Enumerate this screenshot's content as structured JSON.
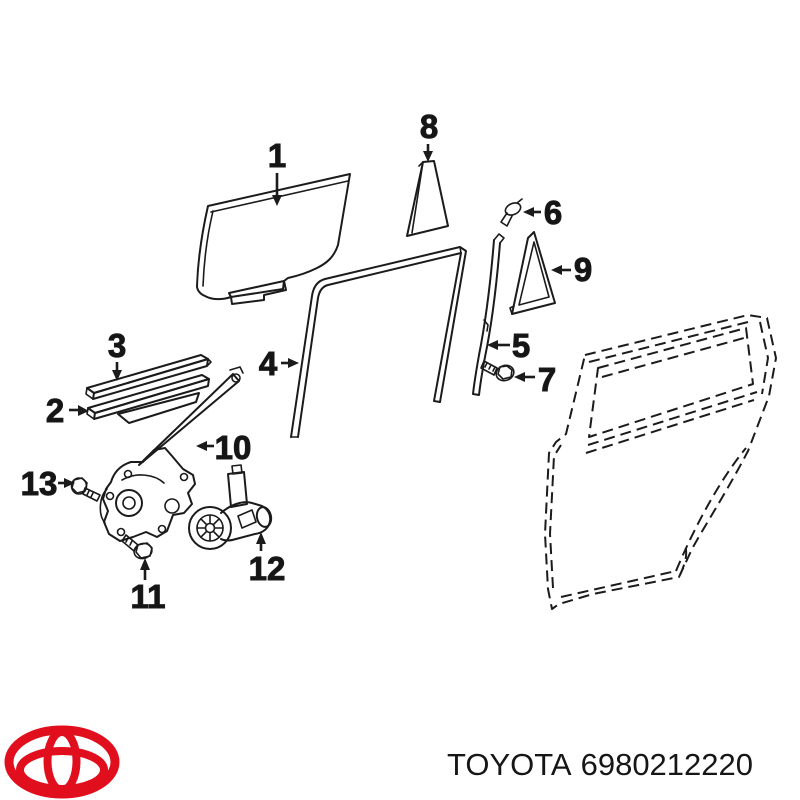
{
  "page": {
    "background_color": "#ffffff",
    "line_color": "#1b1b1b"
  },
  "diagram": {
    "callouts": [
      {
        "label": "1"
      },
      {
        "label": "2"
      },
      {
        "label": "3"
      },
      {
        "label": "4"
      },
      {
        "label": "5"
      },
      {
        "label": "6"
      },
      {
        "label": "7"
      },
      {
        "label": "8"
      },
      {
        "label": "9"
      },
      {
        "label": "10"
      },
      {
        "label": "11"
      },
      {
        "label": "12"
      },
      {
        "label": "13"
      }
    ]
  },
  "footer": {
    "brand": "TOYOTA",
    "part_number": "6980212220",
    "logo_color": "#E10E1E"
  }
}
